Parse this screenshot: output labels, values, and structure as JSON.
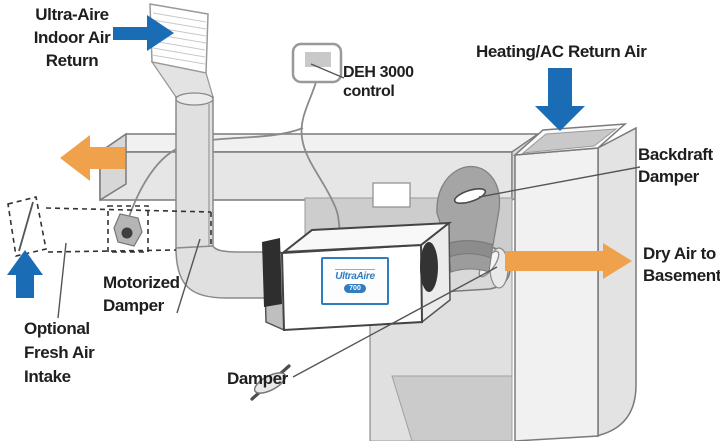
{
  "diagram": {
    "labels": {
      "indoor_return": "Ultra-Aire\nIndoor Air\nReturn",
      "deh_control": "DEH 3000\ncontrol",
      "heating_return": "Heating/AC Return Air",
      "backdraft_damper": "Backdraft\nDamper",
      "dry_air": "Dry Air to\nBasement",
      "motorized_damper": "Motorized\nDamper",
      "fresh_air_intake": "Optional\nFresh Air\nIntake",
      "damper": "Damper"
    },
    "unit_label": {
      "brand": "UltraAire",
      "model": "700"
    },
    "colors": {
      "arrow_blue": "#1a6cb5",
      "arrow_orange": "#f0a14c",
      "text": "#1e1e1e",
      "unit_label_blue": "#2f7cc0",
      "duct_dark_gray": "#a5a5a5"
    }
  }
}
